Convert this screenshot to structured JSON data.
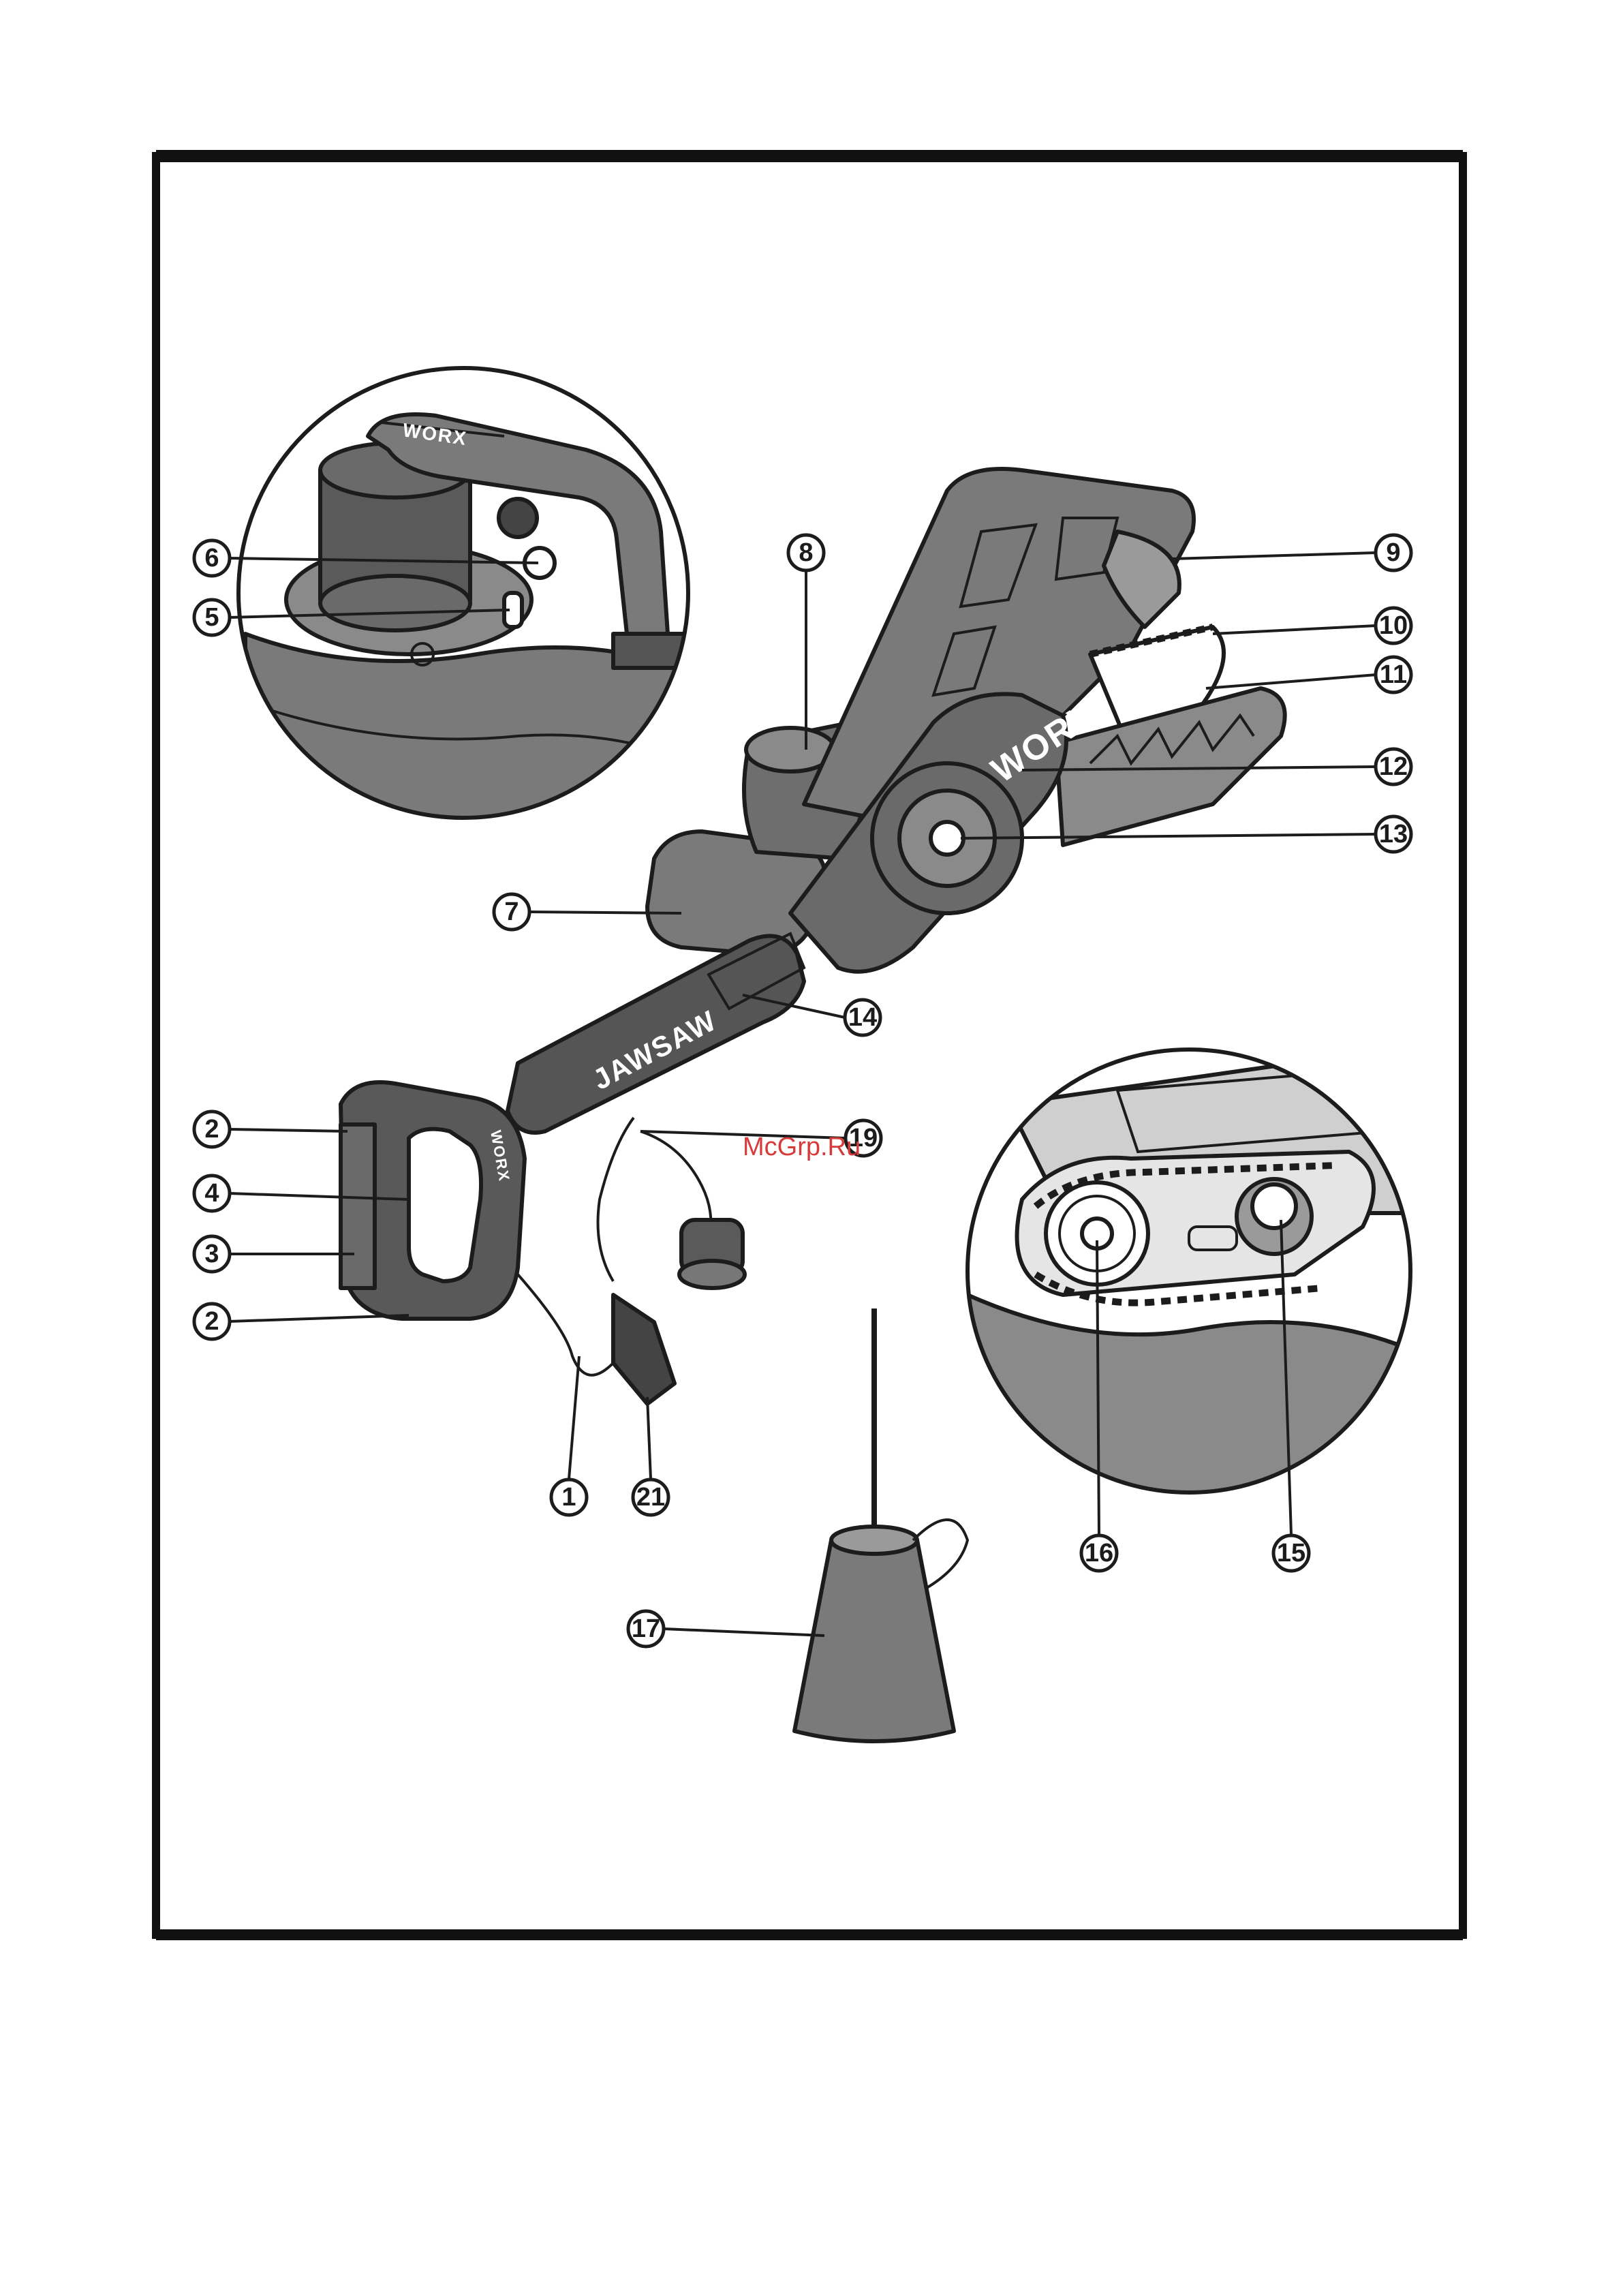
{
  "colors": {
    "frame": "#111111",
    "body_dark": "#4d4d4d",
    "body_mid": "#7a7a7a",
    "body_light": "#b0b0b0",
    "watermark": "#d83a3a"
  },
  "brand": {
    "logo_main": "WORX",
    "logo_handle": "WORX",
    "logo_inset": "WORX",
    "product_name": "JAWSAW"
  },
  "watermark": "McGrp.Ru",
  "callouts": [
    {
      "id": "c1",
      "label": "1"
    },
    {
      "id": "c2a",
      "label": "2"
    },
    {
      "id": "c2b",
      "label": "2"
    },
    {
      "id": "c3",
      "label": "3"
    },
    {
      "id": "c4",
      "label": "4"
    },
    {
      "id": "c5",
      "label": "5"
    },
    {
      "id": "c6",
      "label": "6"
    },
    {
      "id": "c7",
      "label": "7"
    },
    {
      "id": "c8",
      "label": "8"
    },
    {
      "id": "c9",
      "label": "9"
    },
    {
      "id": "c10",
      "label": "10"
    },
    {
      "id": "c11",
      "label": "11"
    },
    {
      "id": "c12",
      "label": "12"
    },
    {
      "id": "c13",
      "label": "13"
    },
    {
      "id": "c14",
      "label": "14"
    },
    {
      "id": "c15",
      "label": "15"
    },
    {
      "id": "c16",
      "label": "16"
    },
    {
      "id": "c17",
      "label": "17"
    },
    {
      "id": "c19",
      "label": "19"
    },
    {
      "id": "c21",
      "label": "21"
    }
  ]
}
